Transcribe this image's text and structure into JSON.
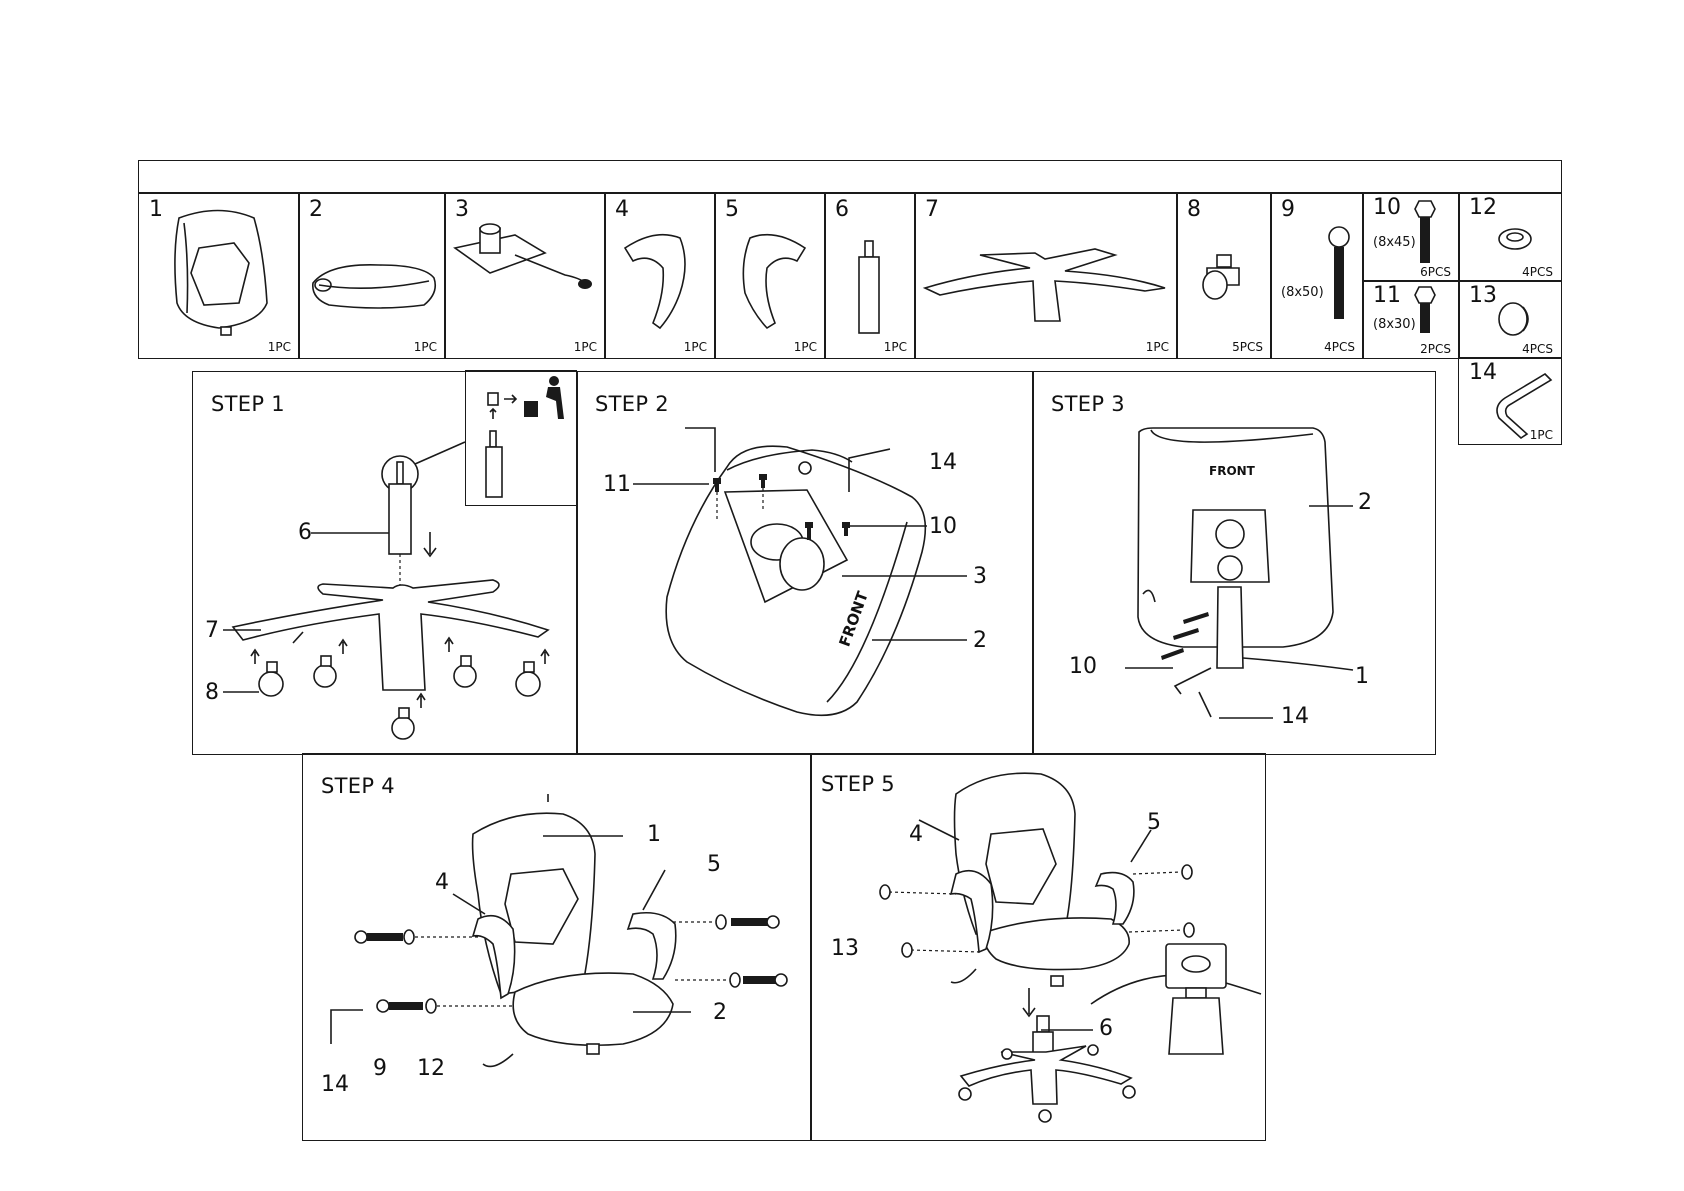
{
  "parts": [
    {
      "num": "1",
      "qty": "1PC",
      "icon": "backrest-icon"
    },
    {
      "num": "2",
      "qty": "1PC",
      "icon": "seat-cushion-icon"
    },
    {
      "num": "3",
      "qty": "1PC",
      "icon": "mechanism-plate-icon"
    },
    {
      "num": "4",
      "qty": "1PC",
      "icon": "left-armrest-icon"
    },
    {
      "num": "5",
      "qty": "1PC",
      "icon": "right-armrest-icon"
    },
    {
      "num": "6",
      "qty": "1PC",
      "icon": "gas-lift-icon"
    },
    {
      "num": "7",
      "qty": "1PC",
      "icon": "star-base-icon"
    },
    {
      "num": "8",
      "qty": "5PCS",
      "icon": "caster-icon"
    },
    {
      "num": "9",
      "qty": "4PCS",
      "size": "(8x50)",
      "icon": "long-bolt-icon"
    },
    {
      "num": "10",
      "qty": "6PCS",
      "size": "(8x45)",
      "icon": "bolt-icon"
    },
    {
      "num": "11",
      "qty": "2PCS",
      "size": "(8x30)",
      "icon": "short-bolt-icon"
    },
    {
      "num": "12",
      "qty": "4PCS",
      "icon": "washer-icon"
    },
    {
      "num": "13",
      "qty": "4PCS",
      "icon": "cap-icon"
    },
    {
      "num": "14",
      "qty": "1PC",
      "icon": "allen-key-icon"
    }
  ],
  "steps": [
    {
      "title": "STEP 1",
      "callouts": [
        "6",
        "7",
        "8"
      ]
    },
    {
      "title": "STEP 2",
      "callouts": [
        "11",
        "14",
        "10",
        "3",
        "2"
      ],
      "front_label": "FRONT"
    },
    {
      "title": "STEP 3",
      "callouts": [
        "2",
        "10",
        "1",
        "14"
      ],
      "front_label": "FRONT"
    },
    {
      "title": "STEP 4",
      "callouts": [
        "1",
        "4",
        "5",
        "2",
        "14",
        "9",
        "12"
      ]
    },
    {
      "title": "STEP 5",
      "callouts": [
        "5",
        "4",
        "13",
        "6"
      ]
    }
  ]
}
